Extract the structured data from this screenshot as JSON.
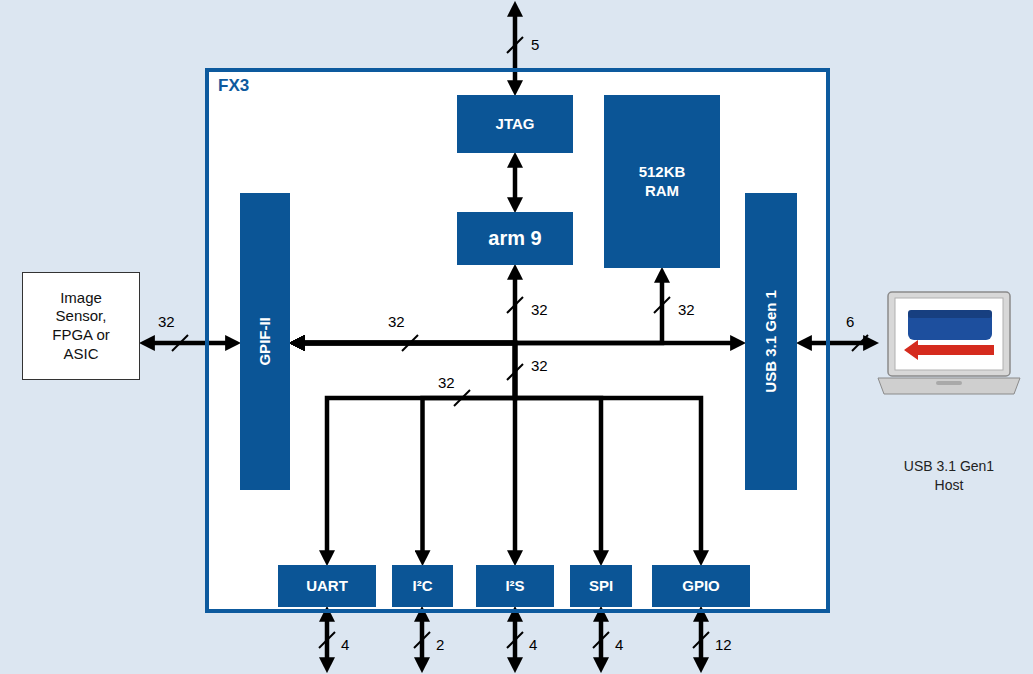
{
  "diagram": {
    "nodes": [
      {
        "text": [
          "FX3"
        ]
      },
      {
        "text": [
          "JTAG"
        ],
        "in": 0
      },
      {
        "text": [
          "arm 9"
        ],
        "in": 0
      },
      {
        "text": [
          "512KB RAM"
        ],
        "in": 0
      },
      {
        "text": [
          "GPIF-II"
        ],
        "in": 0
      },
      {
        "text": [
          "USB 3.1 Gen 1"
        ],
        "in": 0
      },
      {
        "text": [
          "UART"
        ],
        "in": 0
      },
      {
        "text": [
          "I²C"
        ],
        "in": 0
      },
      {
        "text": [
          "I²S"
        ],
        "in": 0
      },
      {
        "text": [
          "SPI"
        ],
        "in": 0
      },
      {
        "text": [
          "GPIO"
        ],
        "in": 0
      },
      {
        "text": [
          "Image Sensor, FPGA or ASIC"
        ]
      },
      {
        "text": [
          "USB 3.1 Gen1 Host"
        ]
      }
    ],
    "edges": [
      {
        "from": 1,
        "to": 2,
        "arrow": "both"
      },
      {
        "from": 11,
        "to": 4,
        "arrow": "both",
        "label": "32"
      },
      {
        "from": 4,
        "to": 5,
        "arrow": "both",
        "label": "32"
      },
      {
        "from": 4,
        "to": 2,
        "arrow": "both",
        "label": "32"
      },
      {
        "from": 4,
        "to": 3,
        "arrow": "both",
        "label": "32"
      },
      {
        "from": 4,
        "to": 6,
        "arrow": "both"
      },
      {
        "from": 4,
        "to": 7,
        "arrow": "both"
      },
      {
        "from": 4,
        "to": 8,
        "arrow": "both"
      },
      {
        "from": 4,
        "to": 9,
        "arrow": "both"
      },
      {
        "from": 4,
        "to": 10,
        "arrow": "both"
      },
      {
        "from": 5,
        "to": 12,
        "arrow": "both",
        "label": "6"
      }
    ],
    "labels": [
      "5",
      "32",
      "32",
      "4",
      "2",
      "4",
      "4",
      "12"
    ]
  }
}
